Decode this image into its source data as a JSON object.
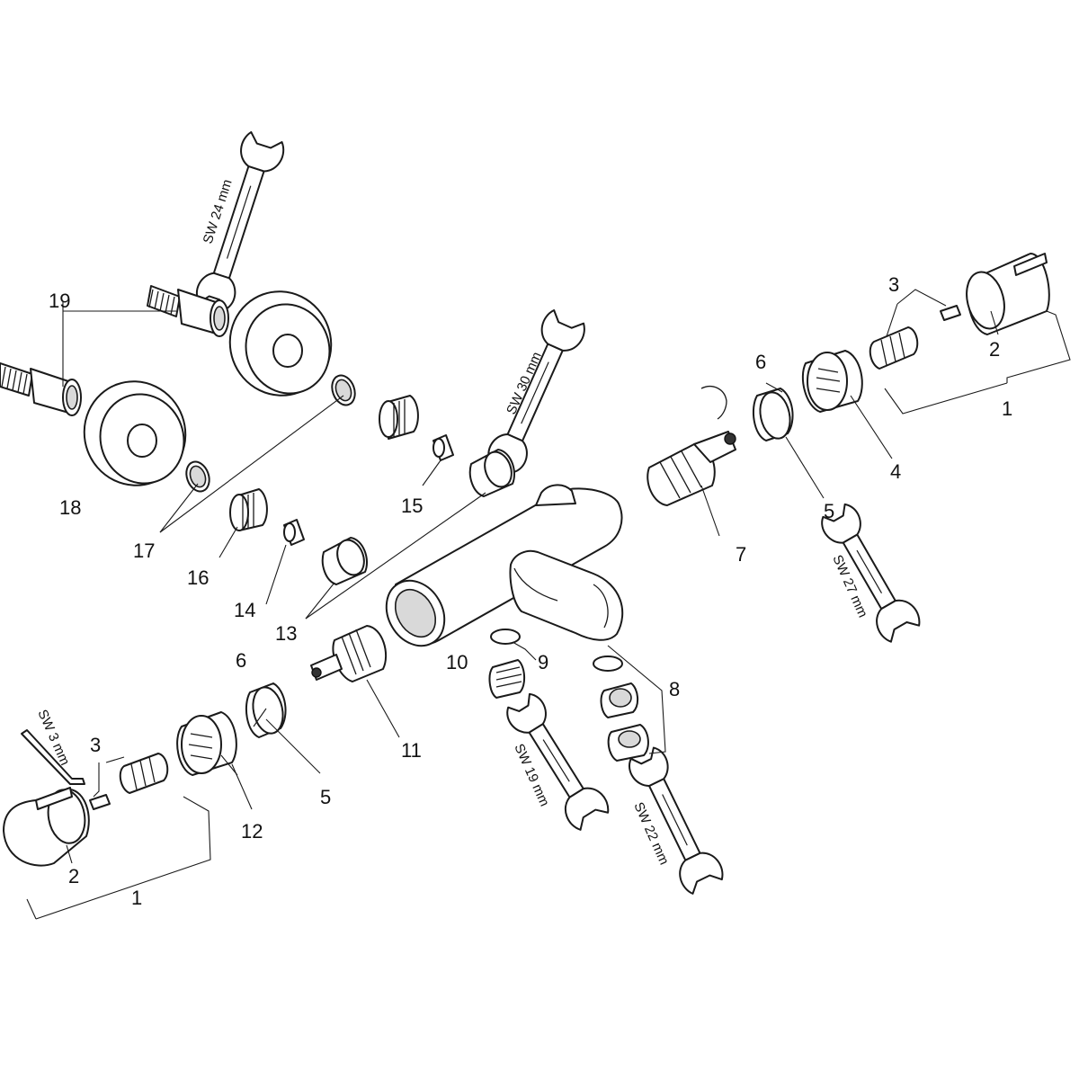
{
  "callouts": [
    {
      "id": "c19",
      "text": "19"
    },
    {
      "id": "c18",
      "text": "18"
    },
    {
      "id": "c17",
      "text": "17"
    },
    {
      "id": "c16",
      "text": "16"
    },
    {
      "id": "c15",
      "text": "15"
    },
    {
      "id": "c14",
      "text": "14"
    },
    {
      "id": "c13",
      "text": "13"
    },
    {
      "id": "c12",
      "text": "12"
    },
    {
      "id": "c11",
      "text": "11"
    },
    {
      "id": "c10",
      "text": "10"
    },
    {
      "id": "c9",
      "text": "9"
    },
    {
      "id": "c8",
      "text": "8"
    },
    {
      "id": "c7",
      "text": "7"
    },
    {
      "id": "c6_right",
      "text": "6"
    },
    {
      "id": "c5_right",
      "text": "5"
    },
    {
      "id": "c4",
      "text": "4"
    },
    {
      "id": "c3_right",
      "text": "3"
    },
    {
      "id": "c2_right",
      "text": "2"
    },
    {
      "id": "c1_right",
      "text": "1"
    },
    {
      "id": "c6_left",
      "text": "6"
    },
    {
      "id": "c5_left",
      "text": "5"
    },
    {
      "id": "c3_left",
      "text": "3"
    },
    {
      "id": "c2_left",
      "text": "2"
    },
    {
      "id": "c1_left",
      "text": "1"
    }
  ],
  "tools": [
    {
      "id": "sw24",
      "text": "SW 24 mm"
    },
    {
      "id": "sw30",
      "text": "SW 30 mm"
    },
    {
      "id": "sw27",
      "text": "SW 27 mm"
    },
    {
      "id": "sw19",
      "text": "SW 19 mm"
    },
    {
      "id": "sw22",
      "text": "SW 22 mm"
    },
    {
      "id": "sw3",
      "text": "SW 3 mm"
    }
  ]
}
